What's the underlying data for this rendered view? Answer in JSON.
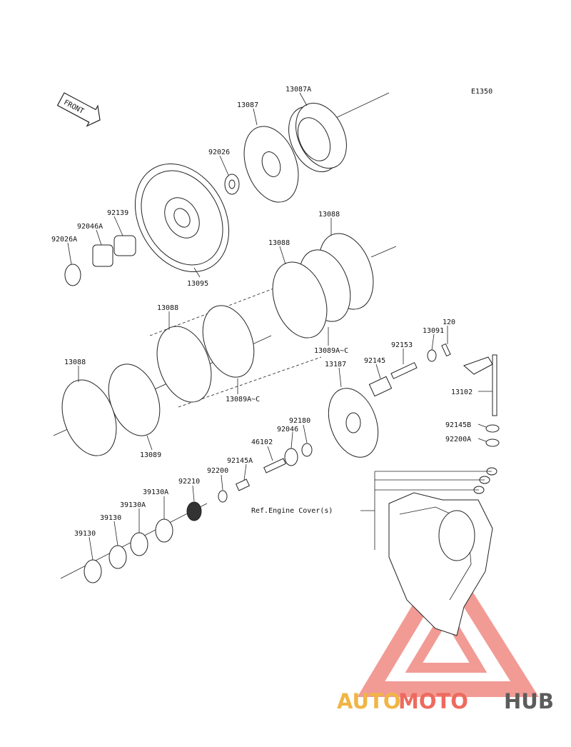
{
  "diagram": {
    "code": "E1350",
    "front_label": "FRONT",
    "ref_label": "Ref.Engine Cover(s)",
    "parts": [
      "13087A",
      "13087",
      "92026",
      "13095",
      "92139",
      "92046A",
      "92026A",
      "13088",
      "13088",
      "13088",
      "13088",
      "13089A~C",
      "13089A~C",
      "13089",
      "13187",
      "92145",
      "92153",
      "13091",
      "120",
      "13102",
      "92145B",
      "92200A",
      "92180",
      "92046",
      "46102",
      "92145A",
      "92200",
      "92210",
      "39130A",
      "39130A",
      "39130",
      "39130"
    ]
  },
  "watermark": {
    "part1": "AUTO",
    "part2": "MOTO",
    "part3": "HUB",
    "colors": {
      "auto": "#f0b545",
      "moto": "#ee6a5e",
      "hub": "#5c5c5c",
      "triangle": "#e84a3f"
    }
  }
}
